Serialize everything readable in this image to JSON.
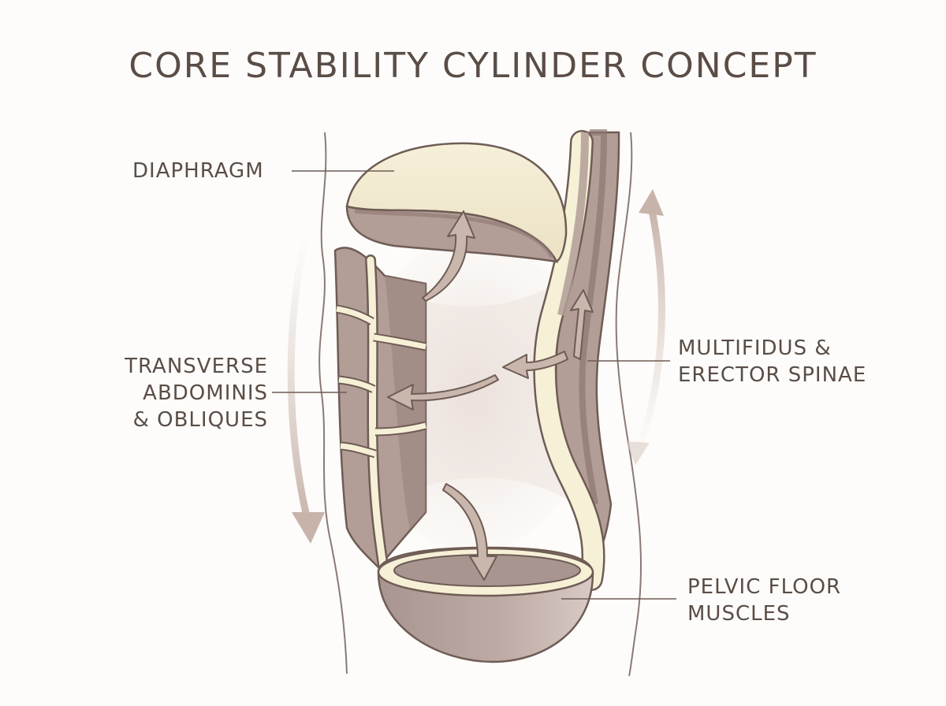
{
  "title": "CORE STABILITY CYLINDER CONCEPT",
  "labels": {
    "diaphragm": "DIAPHRAGM",
    "transverse": [
      "TRANSVERSE",
      "ABDOMINIS",
      "& OBLIQUES"
    ],
    "multifidus": [
      "MULTIFIDUS &",
      "ERECTOR SPINAE"
    ],
    "pelvic": [
      "PELVIC FLOOR",
      "MUSCLES"
    ]
  },
  "colors": {
    "text": "#5a4d46",
    "muscle": "#b9a59e",
    "muscle_dark": "#8d7770",
    "tendon": "#f6f0d6",
    "outline": "#6e5c55",
    "arrow": "#c9b6ad"
  }
}
